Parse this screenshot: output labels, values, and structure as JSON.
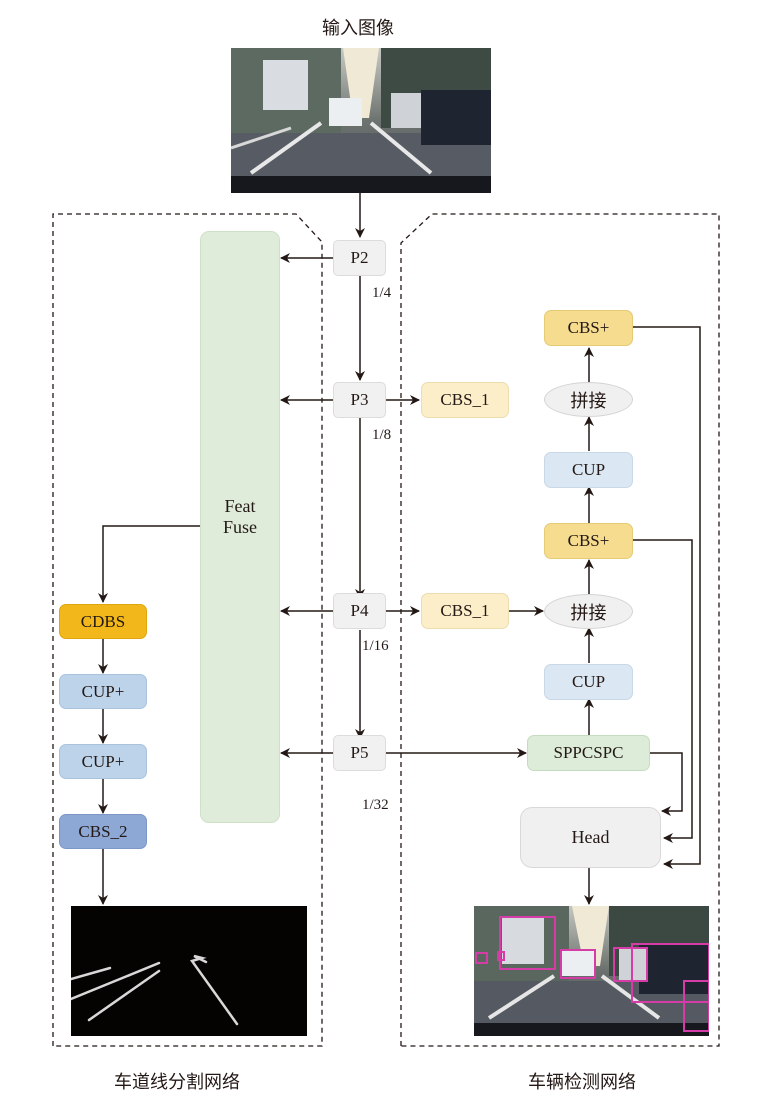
{
  "title_top": "输入图像",
  "captions": {
    "left": "车道线分割网络",
    "right": "车辆检测网络"
  },
  "backbone": {
    "p2": "P2",
    "p3": "P3",
    "p4": "P4",
    "p5": "P5",
    "scales": [
      "1/4",
      "1/8",
      "1/16",
      "1/32"
    ]
  },
  "feat_fuse": [
    "Feat",
    "Fuse"
  ],
  "lane_branch": {
    "cdbs": "CDBS",
    "cup_plus_1": "CUP+",
    "cup_plus_2": "CUP+",
    "cbs_2": "CBS_2"
  },
  "detect_branch": {
    "cbs1_top": "CBS_1",
    "cbs1_mid": "CBS_1",
    "concat_top": "拼接",
    "concat_mid": "拼接",
    "cbs_plus_top": "CBS+",
    "cbs_plus_mid": "CBS+",
    "cup_top": "CUP",
    "cup_mid": "CUP",
    "sppcspc": "SPPCSPC",
    "head": "Head"
  },
  "colors": {
    "arrow": "#231815",
    "detection_box": "#d63ca8"
  }
}
